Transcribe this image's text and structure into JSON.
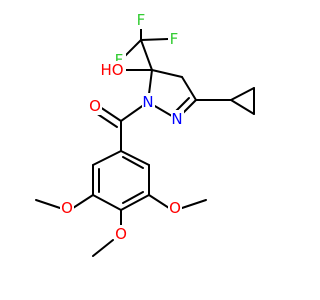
{
  "molecule": {
    "atom_labels": {
      "F1": "F",
      "F2": "F",
      "F3": "F",
      "HO": "HO",
      "N1": "N",
      "N2": "N",
      "O_carbonyl": "O",
      "O_meta_left": "O",
      "O_para": "O",
      "O_meta_right": "O"
    },
    "colors": {
      "fluorine": "#33cc33",
      "oxygen": "#ff0000",
      "nitrogen": "#0000ff",
      "carbon": "#000000"
    }
  }
}
